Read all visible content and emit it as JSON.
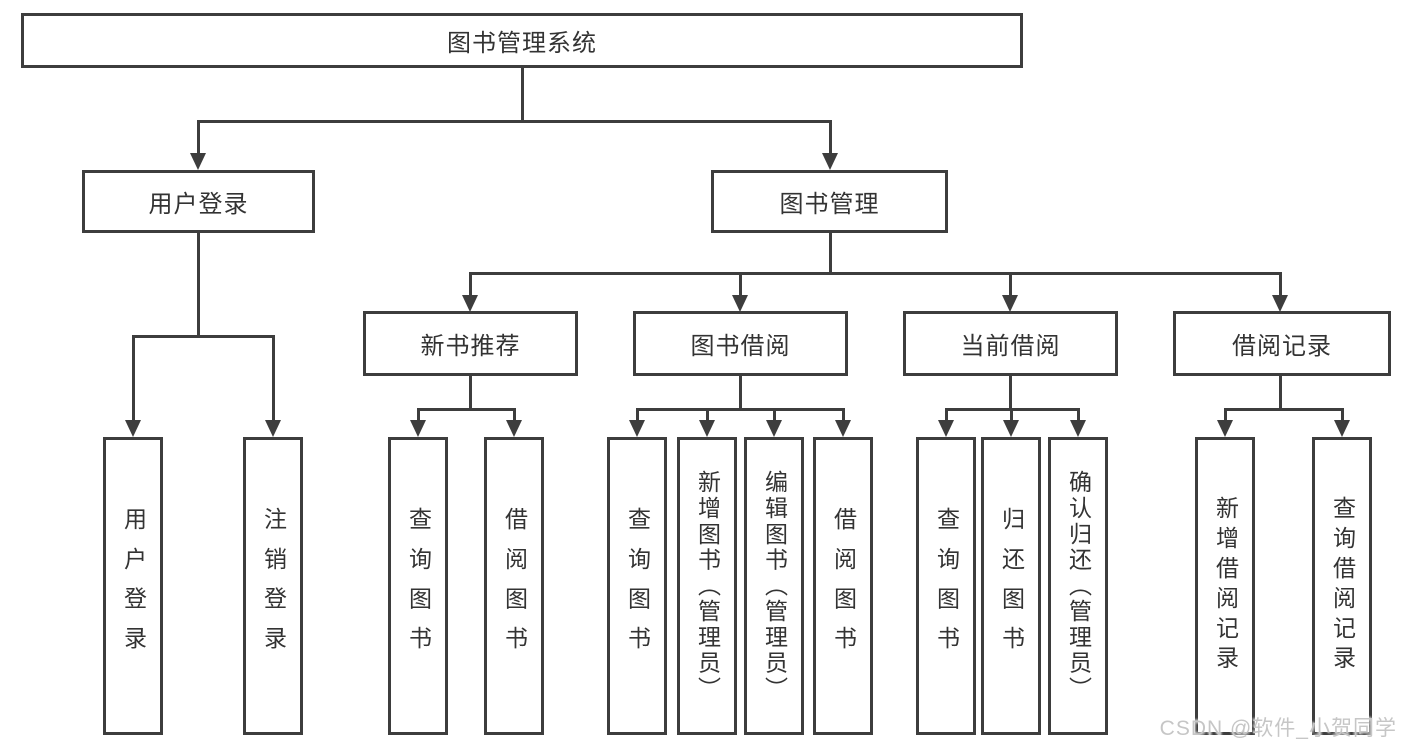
{
  "tree": {
    "root": {
      "label": "图书管理系统",
      "children": [
        {
          "label": "用户登录",
          "children": [
            {
              "label": "用户登录"
            },
            {
              "label": "注销登录"
            }
          ]
        },
        {
          "label": "图书管理",
          "children": [
            {
              "label": "新书推荐",
              "children": [
                {
                  "label": "查询图书"
                },
                {
                  "label": "借阅图书"
                }
              ]
            },
            {
              "label": "图书借阅",
              "children": [
                {
                  "label": "查询图书"
                },
                {
                  "label": "新增图书（管理员）"
                },
                {
                  "label": "编辑图书（管理员）"
                },
                {
                  "label": "借阅图书"
                }
              ]
            },
            {
              "label": "当前借阅",
              "children": [
                {
                  "label": "查询图书"
                },
                {
                  "label": "归还图书"
                },
                {
                  "label": "确认归还（管理员）"
                }
              ]
            },
            {
              "label": "借阅记录",
              "children": [
                {
                  "label": "新增借阅记录"
                },
                {
                  "label": "查询借阅记录"
                }
              ]
            }
          ]
        }
      ]
    }
  },
  "watermark": {
    "text": "CSDN @软件_小贺同学"
  },
  "colors": {
    "line": "#3d3d3d",
    "text": "#333333",
    "watermark": "#c6c6c6",
    "background": "#ffffff"
  }
}
